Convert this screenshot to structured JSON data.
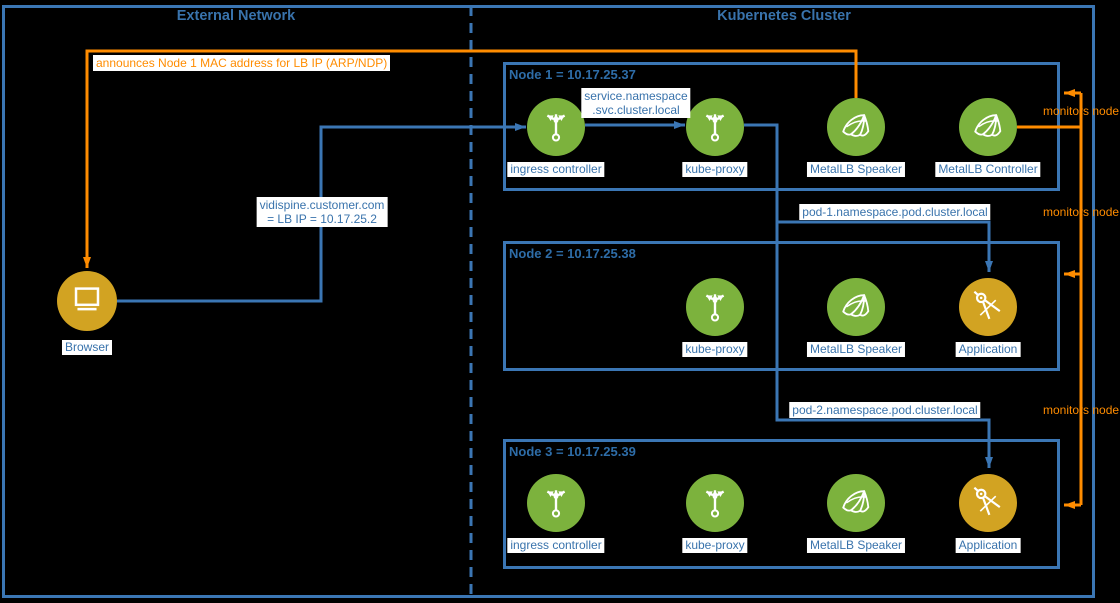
{
  "colors": {
    "background": "#000000",
    "blue_line": "#3B76B4",
    "blue_text": "#3973AC",
    "orange": "#FF8C00",
    "green_icon": "#7CB23D",
    "gold_icon": "#D2A322",
    "label_background": "#FFFFFF"
  },
  "regions": {
    "external": {
      "title": "External Network"
    },
    "cluster": {
      "title": "Kubernetes Cluster"
    }
  },
  "browser": {
    "label": "Browser",
    "icon": "monitor-icon"
  },
  "nodes": [
    {
      "title": "Node 1 = 10.17.25.37",
      "components": [
        {
          "label": "ingress controller",
          "icon": "fork-arrows-icon"
        },
        {
          "label": "kube-proxy",
          "icon": "fork-arrows-icon"
        },
        {
          "label": "MetalLB Speaker",
          "icon": "metallb-wing-icon"
        },
        {
          "label": "MetalLB Controller",
          "icon": "metallb-wing-icon"
        }
      ]
    },
    {
      "title": "Node 2 = 10.17.25.38",
      "components": [
        {
          "label": "kube-proxy",
          "icon": "fork-arrows-icon"
        },
        {
          "label": "MetalLB Speaker",
          "icon": "metallb-wing-icon"
        },
        {
          "label": "Application",
          "icon": "compass-icon"
        }
      ]
    },
    {
      "title": "Node 3 = 10.17.25.39",
      "components": [
        {
          "label": "ingress controller",
          "icon": "fork-arrows-icon"
        },
        {
          "label": "kube-proxy",
          "icon": "fork-arrows-icon"
        },
        {
          "label": "MetalLB Speaker",
          "icon": "metallb-wing-icon"
        },
        {
          "label": "Application",
          "icon": "compass-icon"
        }
      ]
    }
  ],
  "labels": {
    "announce": "announces Node 1 MAC address for LB IP (ARP/NDP)",
    "dns_line1": "vidispine.customer.com",
    "dns_line2": "= LB IP = 10.17.25.2",
    "service_line1": "service.namespace",
    "service_line2": ".svc.cluster.local",
    "pod1": "pod-1.namespace.pod.cluster.local",
    "pod2": "pod-2.namespace.pod.cluster.local",
    "monitors1": "monitors node",
    "monitors2": "monitors node",
    "monitors3": "monitors node"
  }
}
